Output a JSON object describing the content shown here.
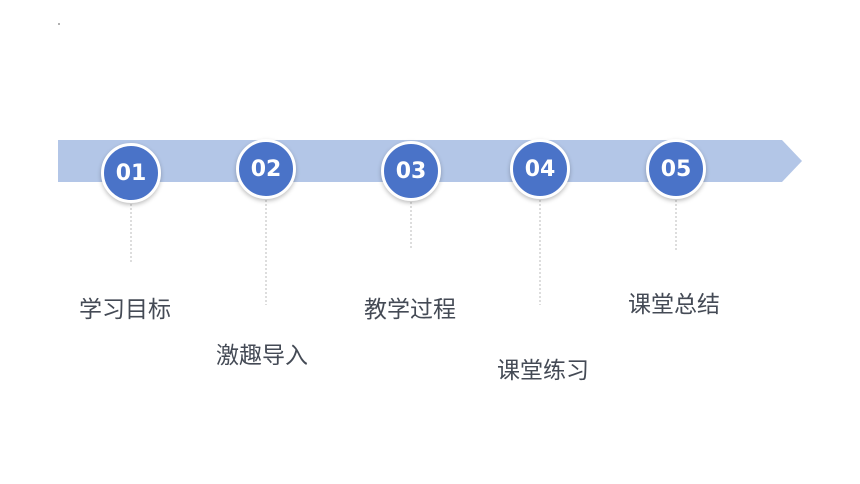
{
  "colors": {
    "arrow": "#b3c6e7",
    "circle": "#4a73c8",
    "connector": "#bbbbbb",
    "label": "#444a55"
  },
  "steps": [
    {
      "number": "01",
      "label": "学习目标"
    },
    {
      "number": "02",
      "label": "激趣导入"
    },
    {
      "number": "03",
      "label": "教学过程"
    },
    {
      "number": "04",
      "label": "课堂练习"
    },
    {
      "number": "05",
      "label": "课堂总结"
    }
  ]
}
